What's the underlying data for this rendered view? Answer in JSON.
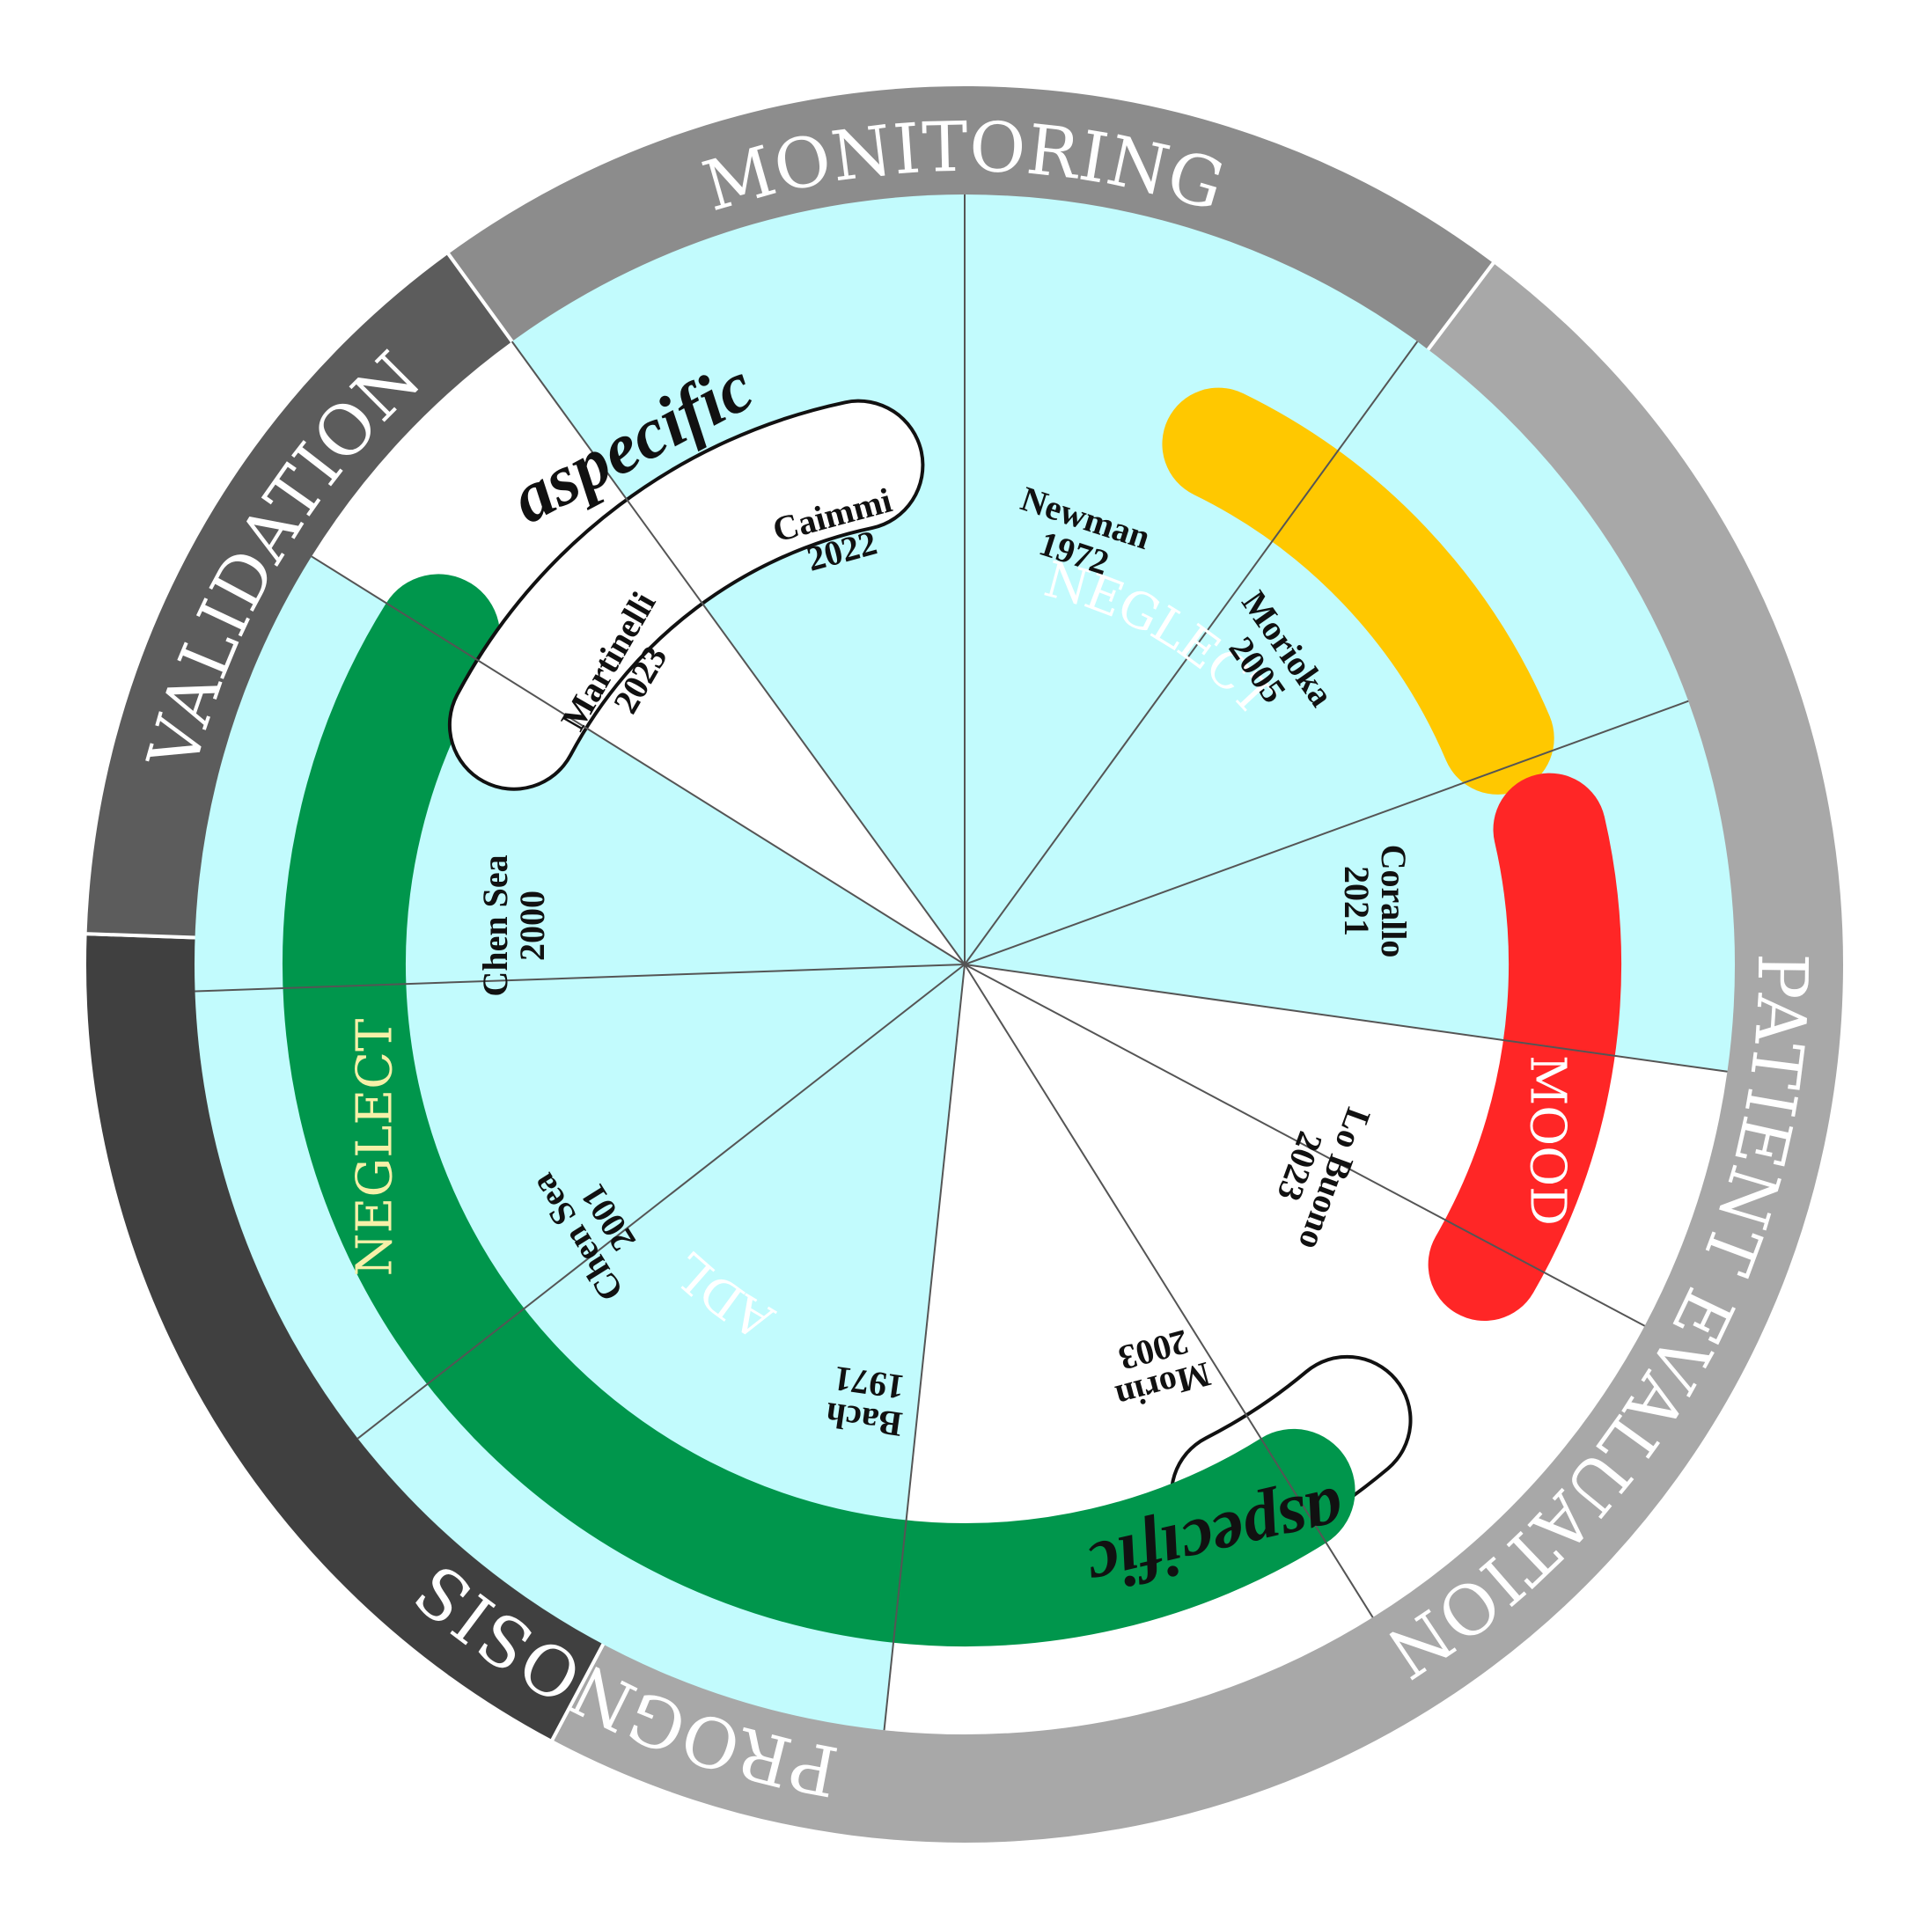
{
  "outer_ring": [
    {
      "label": "MONITORING",
      "color": "#8c8c8c"
    },
    {
      "label": "PATIENT EVALUATION",
      "color": "#a8a8a8"
    },
    {
      "label": "PROGNOSIS",
      "color": "#404040"
    },
    {
      "label": "VALIDATION",
      "color": "#5c5c5c"
    }
  ],
  "bands": [
    {
      "label": "NEGLECT",
      "color": "#ffc800",
      "text_color": "#ffffff"
    },
    {
      "label": "MOOD",
      "color": "#ff2626",
      "text_color": "#ffffff"
    },
    {
      "label": "aspecific",
      "color": "#ffffff",
      "text_color": "#111111"
    },
    {
      "label": "NEGLECT",
      "color": "#00964c",
      "text_color": "#f6f0a8"
    },
    {
      "label": "ADL",
      "color": "#00964c",
      "text_color": "#ffffff"
    },
    {
      "label": "aspecific",
      "color": "#ffffff",
      "text_color": "#111111"
    }
  ],
  "sectors": [
    {
      "author": "Newman",
      "year": "1972",
      "fill": "#c2fbfd"
    },
    {
      "author": "Morioka",
      "year": "2005",
      "fill": "#c2fbfd"
    },
    {
      "author": "Corallo",
      "year": "2021",
      "fill": "#ffffff"
    },
    {
      "author": "Lo Buono",
      "year": "2023",
      "fill": "#ffffff"
    },
    {
      "author": "Morin",
      "year": "2003",
      "fill": "#ffffff"
    },
    {
      "author": "Bach",
      "year": "1971",
      "fill": "#c2fbfd"
    },
    {
      "author": "Chen Sea",
      "year": "2001",
      "fill": "#c2fbfd"
    },
    {
      "author": "Chen Sea",
      "year": "2000",
      "fill": "#c2fbfd"
    },
    {
      "author": "Martinelli",
      "year": "2023",
      "fill": "#ffffff"
    },
    {
      "author": "Caimmi",
      "year": "2022",
      "fill": "#c2fbfd"
    }
  ]
}
